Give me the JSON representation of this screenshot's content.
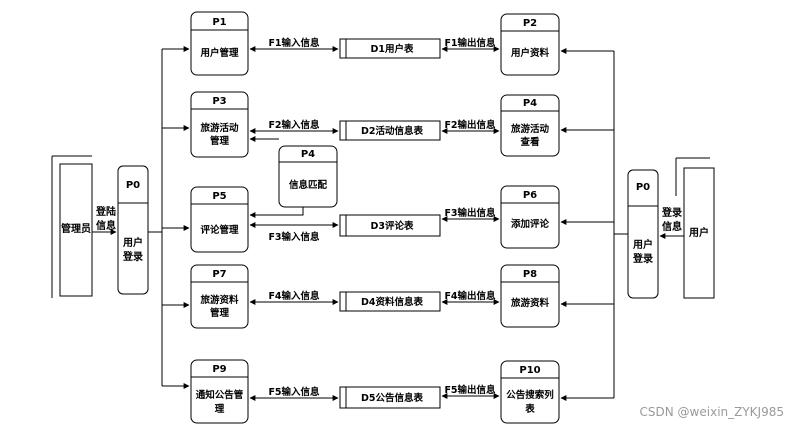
{
  "external_entities": {
    "admin": {
      "label": "管理员"
    },
    "user": {
      "label": "用户"
    }
  },
  "login_processes": {
    "left": {
      "id": "P0",
      "name_line1": "用户",
      "name_line2": "登录",
      "input_line1": "登陆",
      "input_line2": "信息"
    },
    "right": {
      "id": "P0",
      "name_line1": "用户",
      "name_line2": "登录",
      "input_line1": "登录",
      "input_line2": "信息"
    }
  },
  "left_processes": [
    {
      "id": "P1",
      "line1": "用户管理",
      "line2": ""
    },
    {
      "id": "P3",
      "line1": "旅游活动",
      "line2": "管理"
    },
    {
      "id": "P5",
      "line1": "评论管理",
      "line2": ""
    },
    {
      "id": "P7",
      "line1": "旅游资料",
      "line2": "管理"
    },
    {
      "id": "P9",
      "line1": "通知公告管",
      "line2": "理"
    }
  ],
  "right_processes": [
    {
      "id": "P2",
      "line1": "用户资料",
      "line2": ""
    },
    {
      "id": "P4",
      "line1": "旅游活动",
      "line2": "查看"
    },
    {
      "id": "P6",
      "line1": "添加评论",
      "line2": ""
    },
    {
      "id": "P8",
      "line1": "旅游资料",
      "line2": ""
    },
    {
      "id": "P10",
      "line1": "公告搜索列",
      "line2": "表"
    }
  ],
  "data_stores": [
    {
      "label": "D1用户表"
    },
    {
      "label": "D2活动信息表"
    },
    {
      "label": "D3评论表"
    },
    {
      "label": "D4资料信息表"
    },
    {
      "label": "D5公告信息表"
    }
  ],
  "input_flows": [
    "F1输入信息",
    "F2输入信息",
    "F3输入信息",
    "F4输入信息",
    "F5输入信息"
  ],
  "output_flows": [
    "F1输出信息",
    "F2输出信息",
    "F3输出信息",
    "F4输出信息",
    "F5输出信息"
  ],
  "match_process": {
    "id": "P4",
    "label": "信息匹配"
  },
  "watermark": "CSDN @weixin_ZYKJ985"
}
